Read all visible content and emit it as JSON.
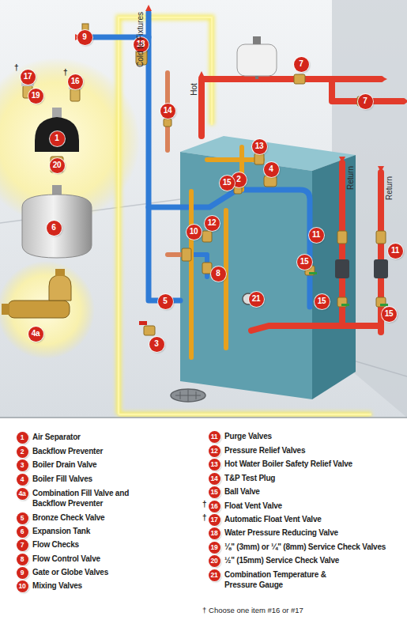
{
  "diagram": {
    "nodes": [
      {
        "text": [
          "9"
        ]
      },
      {
        "text": [
          "18"
        ]
      },
      {
        "text": [
          "17"
        ]
      },
      {
        "text": [
          "16"
        ]
      },
      {
        "text": [
          "7"
        ]
      },
      {
        "text": [
          "19"
        ]
      },
      {
        "text": [
          "7"
        ]
      },
      {
        "text": [
          "14"
        ]
      },
      {
        "text": [
          "1"
        ]
      },
      {
        "text": [
          "13"
        ]
      },
      {
        "text": [
          "20"
        ]
      },
      {
        "text": [
          "4"
        ]
      },
      {
        "text": [
          "2"
        ]
      },
      {
        "text": [
          "15"
        ]
      },
      {
        "text": [
          "12"
        ]
      },
      {
        "text": [
          "6"
        ]
      },
      {
        "text": [
          "10"
        ]
      },
      {
        "text": [
          "11"
        ]
      },
      {
        "text": [
          "11"
        ]
      },
      {
        "text": [
          "15"
        ]
      },
      {
        "text": [
          "8"
        ]
      },
      {
        "text": [
          "21"
        ]
      },
      {
        "text": [
          "5"
        ]
      },
      {
        "text": [
          "15"
        ]
      },
      {
        "text": [
          "15"
        ]
      },
      {
        "text": [
          "4a"
        ]
      },
      {
        "text": [
          "3"
        ]
      },
      {
        "text": [
          "1"
        ]
      },
      {
        "text": [
          "2"
        ]
      },
      {
        "text": [
          "3"
        ]
      },
      {
        "text": [
          "4"
        ]
      },
      {
        "text": [
          "4a"
        ]
      },
      {
        "text": [
          "5"
        ]
      },
      {
        "text": [
          "6"
        ]
      },
      {
        "text": [
          "7"
        ]
      },
      {
        "text": [
          "8"
        ]
      },
      {
        "text": [
          "9"
        ]
      },
      {
        "text": [
          "10"
        ]
      },
      {
        "text": [
          "11"
        ]
      },
      {
        "text": [
          "12"
        ]
      },
      {
        "text": [
          "13"
        ]
      },
      {
        "text": [
          "14"
        ]
      },
      {
        "text": [
          "15"
        ]
      },
      {
        "text": [
          "16"
        ]
      },
      {
        "text": [
          "17"
        ]
      },
      {
        "text": [
          "18"
        ]
      },
      {
        "text": [
          "19"
        ]
      },
      {
        "text": [
          "20"
        ]
      },
      {
        "text": [
          "21"
        ]
      }
    ],
    "labels": [
      "Cold to Fixtures",
      "Hot",
      "Return",
      "Return",
      "†",
      "†",
      "Air Separator",
      "Backflow Preventer",
      "Boiler Drain Valve",
      "Boiler Fill Valves",
      "Combination Fill Valve and Backflow Preventer",
      "Bronze Check Valve",
      "Expansion Tank",
      "Flow Checks",
      "Flow Control Valve",
      "Gate or Globe Valves",
      "Mixing Valves",
      "Purge Valves",
      "Pressure Relief Valves",
      "Hot Water Boiler Safety Relief Valve",
      "T&P Test Plug",
      "Ball Valve",
      "†",
      "Float Vent Valve",
      "†",
      "Automatic Float Vent Valve",
      "Water Pressure Reducing Valve",
      "⅛\" (3mm) or ¼\" (8mm) Service Check Valves",
      "½\" (15mm) Service Check Valve",
      "Combination Temperature & Pressure Gauge",
      "† Choose one item #16 or #17"
    ]
  }
}
